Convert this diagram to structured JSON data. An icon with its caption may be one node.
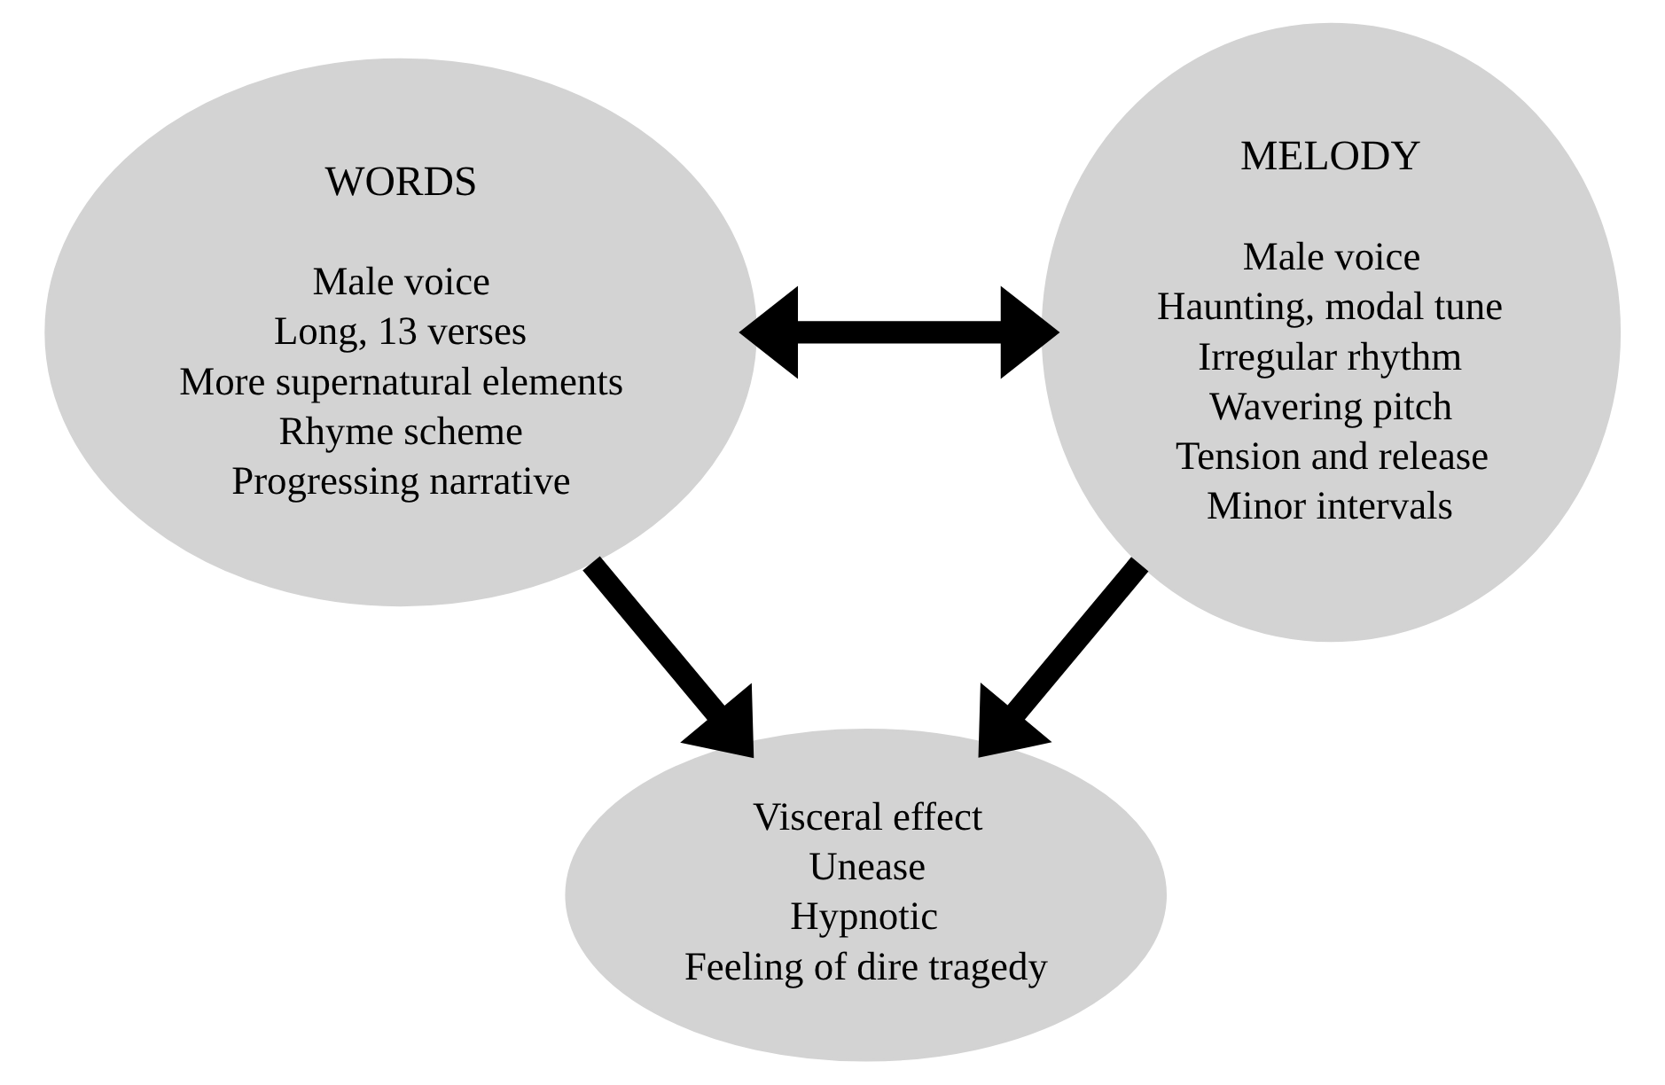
{
  "diagram": {
    "nodes": [
      {
        "text": [
          "WORDS",
          "Male voice",
          "Long, 13 verses",
          "More supernatural elements",
          "Rhyme scheme",
          "Progressing narrative"
        ]
      },
      {
        "text": [
          "MELODY",
          "Male voice",
          "Haunting, modal tune",
          "Irregular rhythm",
          "Wavering pitch",
          "Tension and release",
          "Minor intervals"
        ]
      },
      {
        "text": [
          "Visceral effect",
          "Unease",
          "Hypnotic",
          "Feeling of dire tragedy"
        ]
      }
    ],
    "edges": [
      {
        "from": 0,
        "to": 1,
        "arrow": "both"
      },
      {
        "from": 0,
        "to": 2,
        "arrow": "to"
      },
      {
        "from": 1,
        "to": 2,
        "arrow": "to"
      }
    ]
  }
}
